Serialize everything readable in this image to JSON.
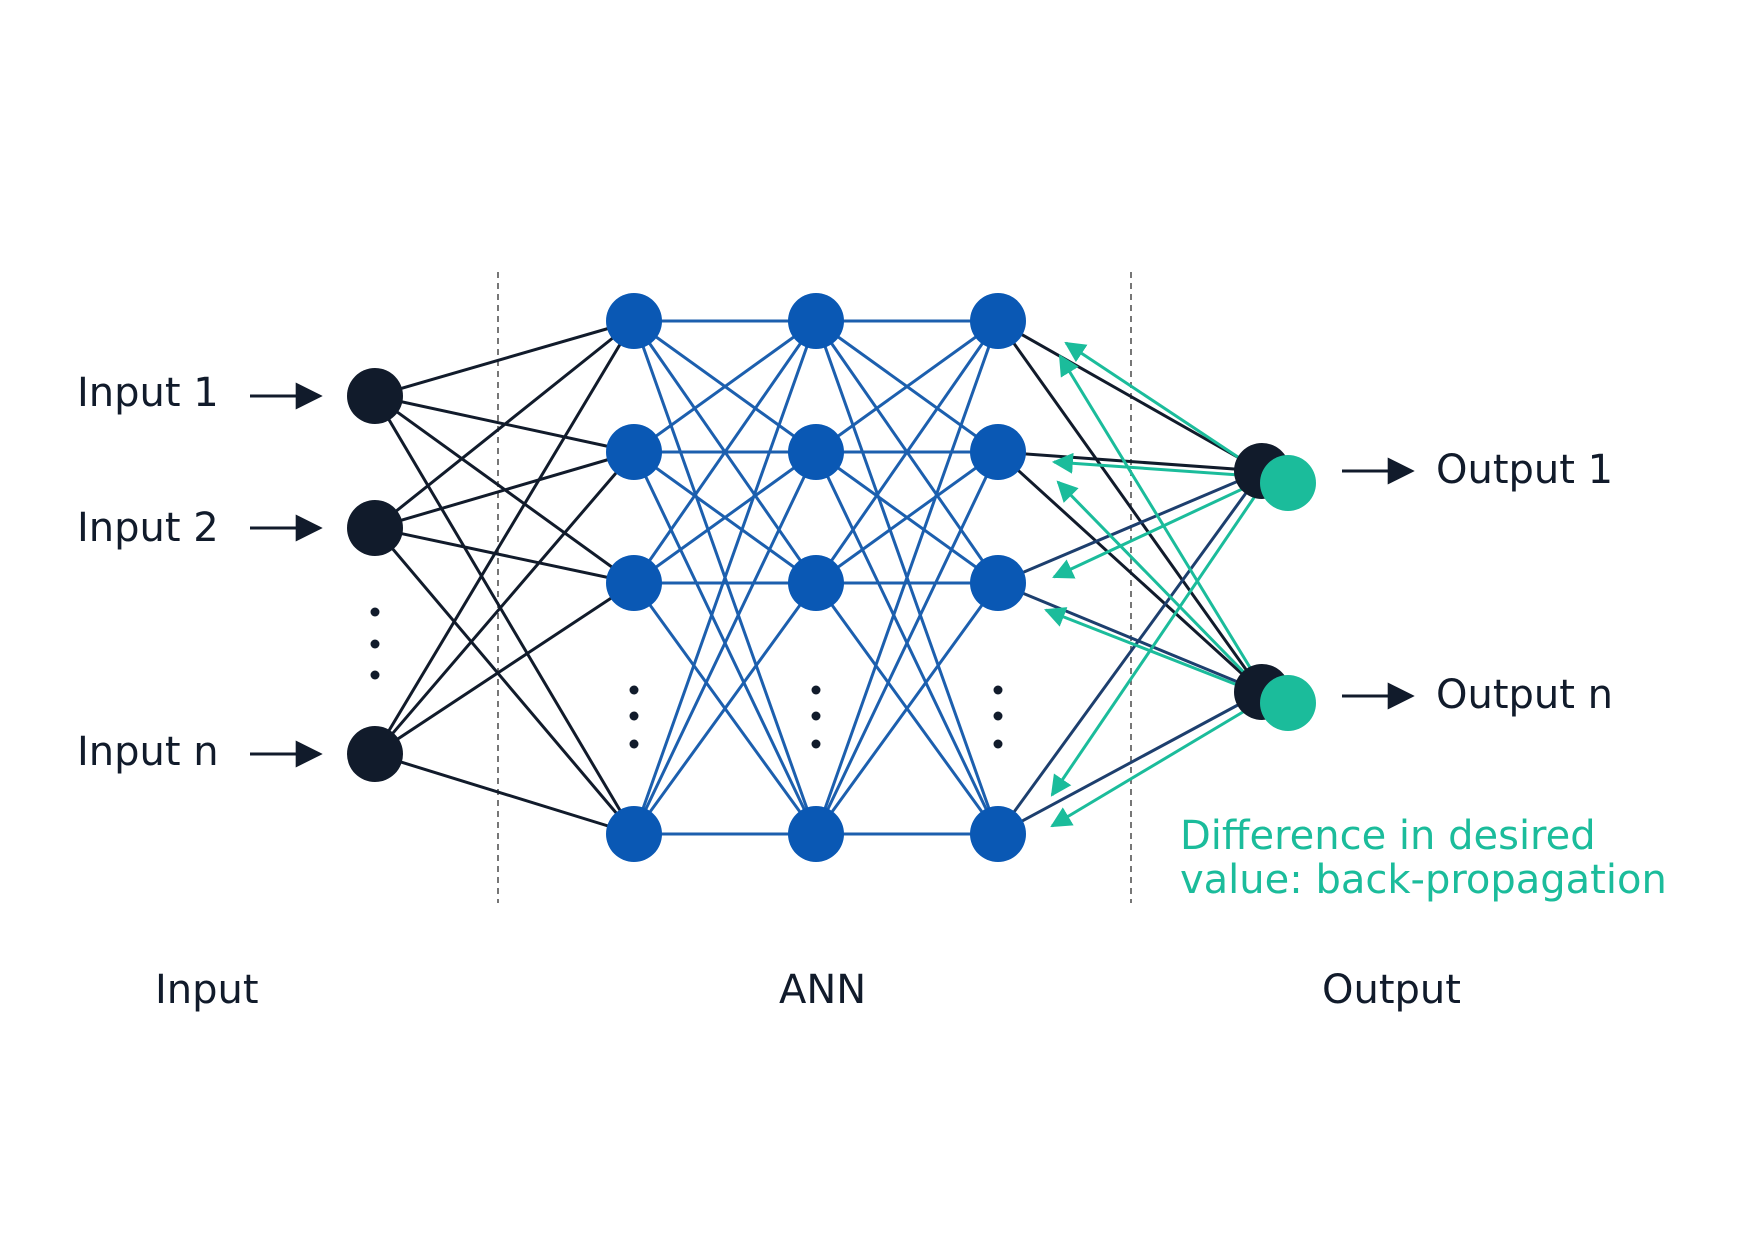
{
  "diagram": {
    "inputs": [
      "Input 1",
      "Input 2",
      "Input n"
    ],
    "outputs": [
      "Output 1",
      "Output n"
    ],
    "sections": {
      "input": "Input",
      "ann": "ANN",
      "output": "Output"
    },
    "backprop_line1": "Difference in desired",
    "backprop_line2": "value: back-propagation",
    "hidden_layers": 3,
    "nodes_per_hidden_layer_shown": 4
  },
  "colors": {
    "dark": "#111b2b",
    "blue": "#0a58b4",
    "blue_line": "#1c5fae",
    "green": "#1bbc9b",
    "dash": "#555555"
  }
}
